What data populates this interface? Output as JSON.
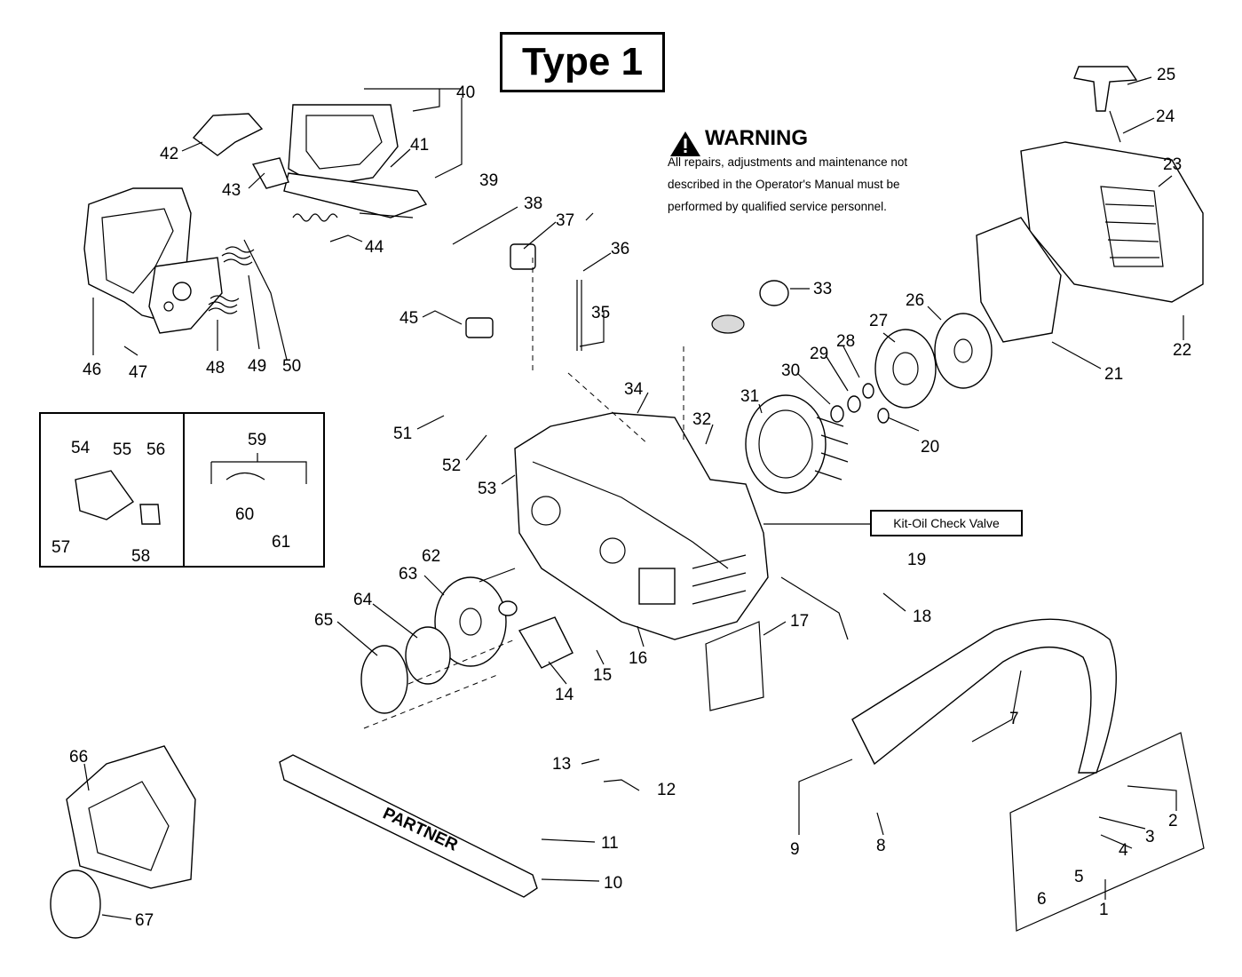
{
  "title": "Type 1",
  "warning": {
    "heading": "WARNING",
    "lines": [
      "All repairs, adjustments and maintenance not",
      "described in the Operator's Manual must be",
      "performed by qualified  service personnel."
    ]
  },
  "kit_label": "Kit-Oil Check Valve",
  "callouts": [
    "1",
    "2",
    "3",
    "4",
    "5",
    "6",
    "7",
    "8",
    "9",
    "10",
    "11",
    "12",
    "13",
    "14",
    "15",
    "16",
    "17",
    "18",
    "19",
    "20",
    "21",
    "22",
    "23",
    "24",
    "25",
    "26",
    "27",
    "28",
    "29",
    "30",
    "31",
    "32",
    "33",
    "34",
    "35",
    "36",
    "37",
    "38",
    "39",
    "40",
    "41",
    "42",
    "43",
    "44",
    "45",
    "46",
    "47",
    "48",
    "49",
    "50",
    "51",
    "52",
    "53",
    "54",
    "55",
    "56",
    "57",
    "58",
    "59",
    "60",
    "61",
    "62",
    "63",
    "64",
    "65",
    "66",
    "67"
  ],
  "bar_brand": "PARTNER",
  "icons": [
    "warning-triangle-icon"
  ]
}
